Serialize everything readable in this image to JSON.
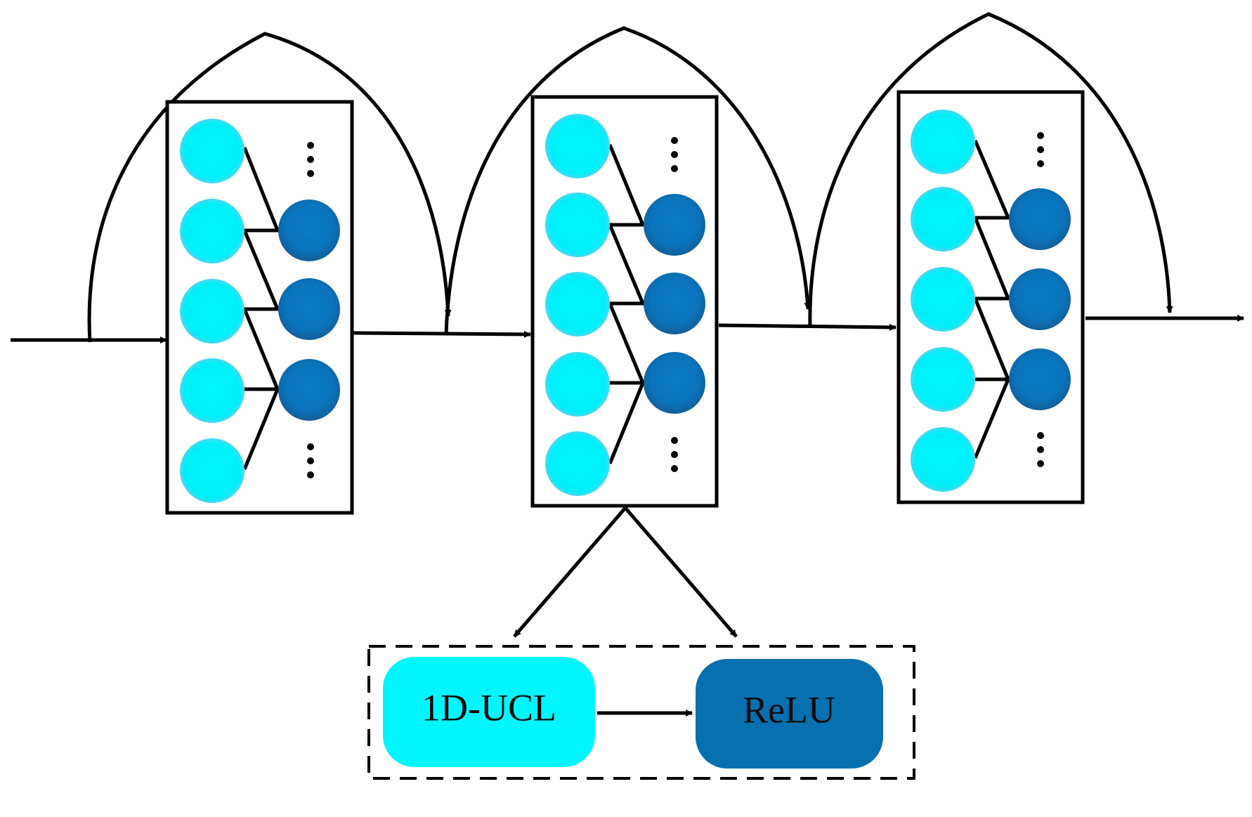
{
  "blocks": [
    {
      "id": "block-1"
    },
    {
      "id": "block-2"
    },
    {
      "id": "block-3"
    }
  ],
  "detail": {
    "layer_label": "1D-UCL",
    "activation_label": "ReLU"
  },
  "colors": {
    "input_node": "#00f5ff",
    "output_node": "#0a78c0",
    "layer_box": "#00f5ff",
    "activation_box": "#0670b0",
    "line": "#000000"
  }
}
